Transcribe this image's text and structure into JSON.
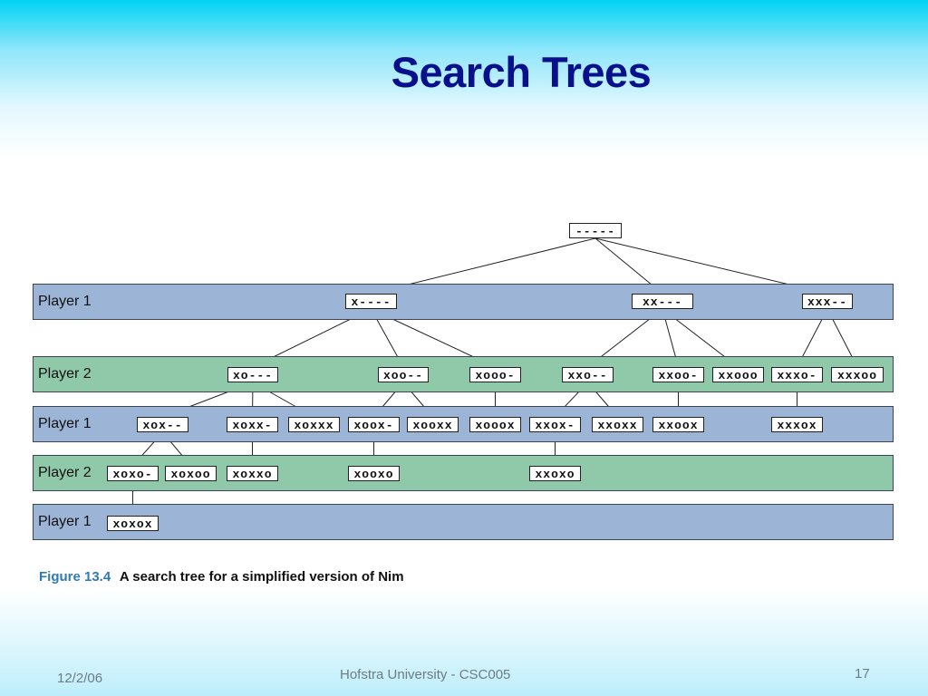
{
  "slide": {
    "title": "Search Trees",
    "caption_figure": "Figure 13.4",
    "caption_text": "A search tree for a simplified version of Nim",
    "footer_date": "12/2/06",
    "footer_center": "Hofstra University - CSC005",
    "footer_page": "17"
  },
  "levels": [
    {
      "label": "",
      "kind": "root"
    },
    {
      "label": "Player 1",
      "kind": "p1"
    },
    {
      "label": "Player 2",
      "kind": "p2"
    },
    {
      "label": "Player 1",
      "kind": "p1"
    },
    {
      "label": "Player 2",
      "kind": "p2"
    },
    {
      "label": "Player 1",
      "kind": "p1"
    }
  ],
  "nodes": [
    {
      "id": "n0",
      "label": "-----",
      "level": 0,
      "parent": null
    },
    {
      "id": "n1",
      "label": "x----",
      "level": 1,
      "parent": "n0"
    },
    {
      "id": "n2",
      "label": "xx---",
      "level": 1,
      "parent": "n0"
    },
    {
      "id": "n3",
      "label": "xxx--",
      "level": 1,
      "parent": "n0"
    },
    {
      "id": "n4",
      "label": "xo---",
      "level": 2,
      "parent": "n1"
    },
    {
      "id": "n5",
      "label": "xoo--",
      "level": 2,
      "parent": "n1"
    },
    {
      "id": "n6",
      "label": "xooo-",
      "level": 2,
      "parent": "n1"
    },
    {
      "id": "n7",
      "label": "xxo--",
      "level": 2,
      "parent": "n2"
    },
    {
      "id": "n8",
      "label": "xxoo-",
      "level": 2,
      "parent": "n2"
    },
    {
      "id": "n9",
      "label": "xxooo",
      "level": 2,
      "parent": "n2"
    },
    {
      "id": "n10",
      "label": "xxxo-",
      "level": 2,
      "parent": "n3"
    },
    {
      "id": "n11",
      "label": "xxxoo",
      "level": 2,
      "parent": "n3"
    },
    {
      "id": "n12",
      "label": "xox--",
      "level": 3,
      "parent": "n4"
    },
    {
      "id": "n13",
      "label": "xoxx-",
      "level": 3,
      "parent": "n4"
    },
    {
      "id": "n14",
      "label": "xoxxx",
      "level": 3,
      "parent": "n4"
    },
    {
      "id": "n15",
      "label": "xoox-",
      "level": 3,
      "parent": "n5"
    },
    {
      "id": "n16",
      "label": "xooxx",
      "level": 3,
      "parent": "n5"
    },
    {
      "id": "n17",
      "label": "xooox",
      "level": 3,
      "parent": "n6"
    },
    {
      "id": "n18",
      "label": "xxox-",
      "level": 3,
      "parent": "n7"
    },
    {
      "id": "n19",
      "label": "xxoxx",
      "level": 3,
      "parent": "n7"
    },
    {
      "id": "n20",
      "label": "xxoox",
      "level": 3,
      "parent": "n8"
    },
    {
      "id": "n21",
      "label": "xxxox",
      "level": 3,
      "parent": "n10"
    },
    {
      "id": "n22",
      "label": "xoxo-",
      "level": 4,
      "parent": "n12"
    },
    {
      "id": "n23",
      "label": "xoxoo",
      "level": 4,
      "parent": "n12"
    },
    {
      "id": "n24",
      "label": "xoxxo",
      "level": 4,
      "parent": "n13"
    },
    {
      "id": "n25",
      "label": "xooxo",
      "level": 4,
      "parent": "n15"
    },
    {
      "id": "n26",
      "label": "xxoxo",
      "level": 4,
      "parent": "n18"
    },
    {
      "id": "n27",
      "label": "xoxox",
      "level": 5,
      "parent": "n22"
    }
  ]
}
